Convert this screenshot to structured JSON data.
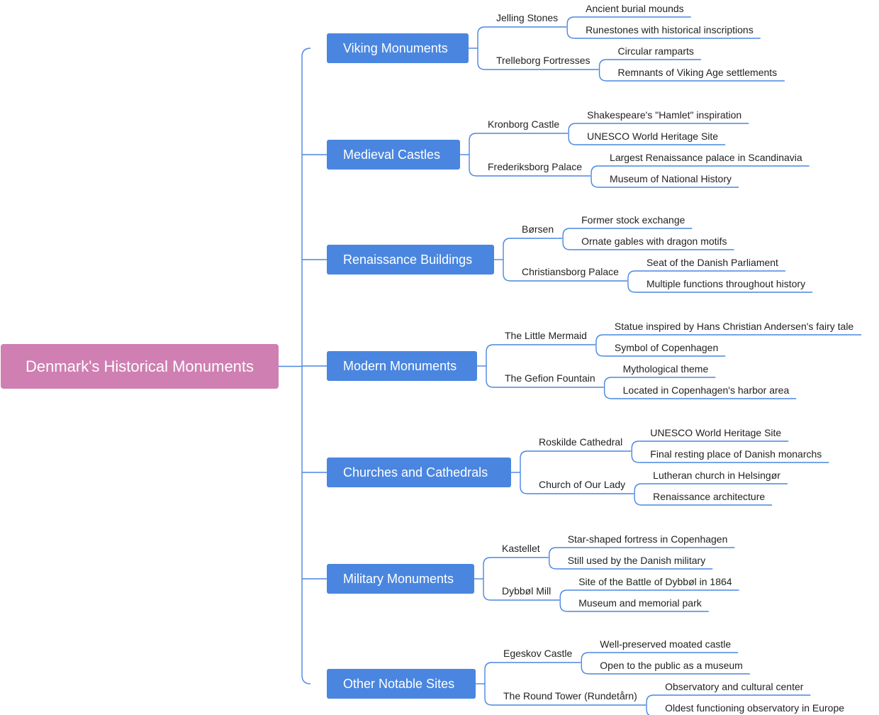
{
  "root": {
    "title": "Denmark's Historical Monuments"
  },
  "categories": [
    {
      "label": "Viking Monuments",
      "subs": [
        {
          "label": "Jelling Stones",
          "leaves": [
            "Ancient burial mounds",
            "Runestones with historical inscriptions"
          ]
        },
        {
          "label": "Trelleborg Fortresses",
          "leaves": [
            "Circular ramparts",
            "Remnants of Viking Age settlements"
          ]
        }
      ]
    },
    {
      "label": "Medieval Castles",
      "subs": [
        {
          "label": "Kronborg Castle",
          "leaves": [
            "Shakespeare's \"Hamlet\" inspiration",
            "UNESCO World Heritage Site"
          ]
        },
        {
          "label": "Frederiksborg Palace",
          "leaves": [
            "Largest Renaissance palace in Scandinavia",
            "Museum of National History"
          ]
        }
      ]
    },
    {
      "label": "Renaissance Buildings",
      "subs": [
        {
          "label": "Børsen",
          "leaves": [
            "Former stock exchange",
            "Ornate gables with dragon motifs"
          ]
        },
        {
          "label": "Christiansborg Palace",
          "leaves": [
            "Seat of the Danish Parliament",
            "Multiple functions throughout history"
          ]
        }
      ]
    },
    {
      "label": "Modern Monuments",
      "subs": [
        {
          "label": "The Little Mermaid",
          "leaves": [
            "Statue inspired by Hans Christian Andersen's fairy tale",
            "Symbol of Copenhagen"
          ]
        },
        {
          "label": "The Gefion Fountain",
          "leaves": [
            "Mythological theme",
            "Located in Copenhagen's harbor area"
          ]
        }
      ]
    },
    {
      "label": "Churches and Cathedrals",
      "subs": [
        {
          "label": "Roskilde Cathedral",
          "leaves": [
            "UNESCO World Heritage Site",
            "Final resting place of Danish monarchs"
          ]
        },
        {
          "label": "Church of Our Lady",
          "leaves": [
            "Lutheran church in Helsingør",
            "Renaissance architecture"
          ]
        }
      ]
    },
    {
      "label": "Military Monuments",
      "subs": [
        {
          "label": "Kastellet",
          "leaves": [
            "Star-shaped fortress in Copenhagen",
            "Still used by the Danish military"
          ]
        },
        {
          "label": "Dybbøl Mill",
          "leaves": [
            "Site of the Battle of Dybbøl in 1864",
            "Museum and memorial park"
          ]
        }
      ]
    },
    {
      "label": "Other Notable Sites",
      "subs": [
        {
          "label": "Egeskov Castle",
          "leaves": [
            "Well-preserved moated castle",
            "Open to the public as a museum"
          ]
        },
        {
          "label": "The Round Tower (Rundetårn)",
          "leaves": [
            "Observatory and cultural center",
            "Oldest functioning observatory in Europe"
          ]
        }
      ]
    }
  ]
}
